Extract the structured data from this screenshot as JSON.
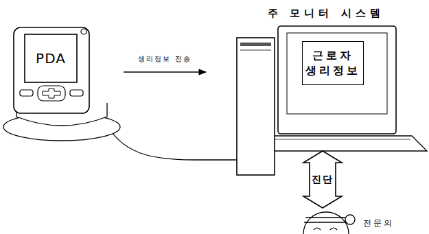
{
  "diagram": {
    "nodes": [
      {
        "text": [
          "PDA"
        ]
      },
      {
        "text": [
          "주 모니터 시스템",
          "근로자 생리정보"
        ]
      },
      {
        "text": [
          "전문의"
        ]
      }
    ],
    "edges": [
      {
        "from": 0,
        "to": 1,
        "label": "생리정보 전송",
        "arrow": "to"
      },
      {
        "from": 1,
        "to": 2,
        "label": "진단",
        "arrow": "both"
      }
    ]
  }
}
